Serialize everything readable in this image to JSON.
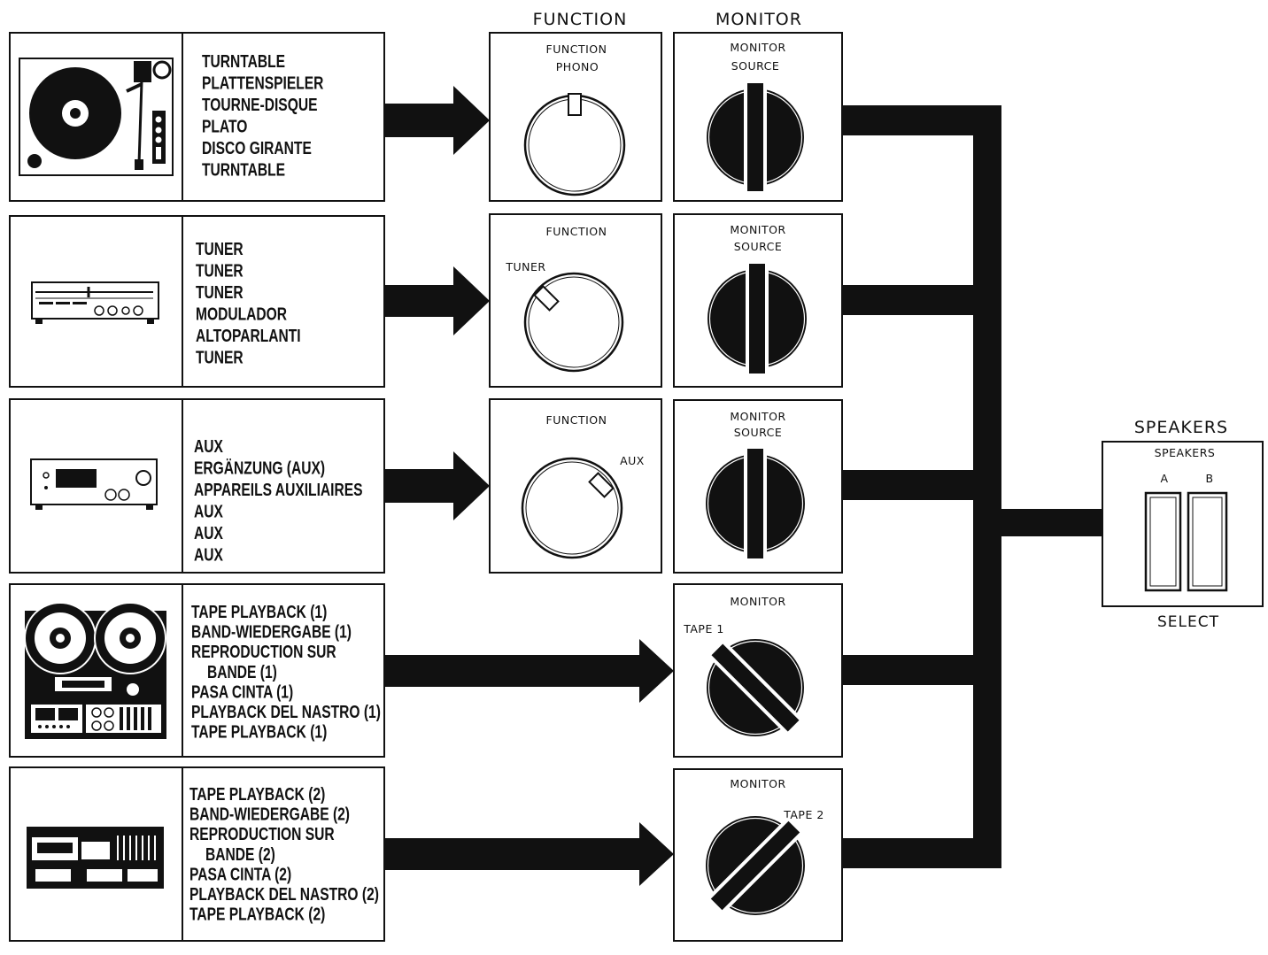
{
  "headers": {
    "function": "FUNCTION",
    "monitor": "MONITOR",
    "speakers": "SPEAKERS"
  },
  "sources": [
    {
      "device_icon": "turntable-icon",
      "labels": [
        "TURNTABLE",
        "PLATTENSPIELER",
        "TOURNE-DISQUE",
        "PLATO",
        "DISCO GIRANTE",
        "TURNTABLE"
      ]
    },
    {
      "device_icon": "tuner-icon",
      "labels": [
        "TUNER",
        "TUNER",
        "TUNER",
        "MODULADOR",
        "ALTOPARLANTI",
        "TUNER"
      ]
    },
    {
      "device_icon": "aux-amplifier-icon",
      "labels": [
        "AUX",
        "ERGÄNZUNG (AUX)",
        "APPAREILS AUXILIAIRES",
        "AUX",
        "AUX",
        "AUX"
      ]
    },
    {
      "device_icon": "reel-to-reel-tape-deck-icon",
      "labels": [
        "TAPE PLAYBACK (1)",
        "BAND-WIEDERGABE (1)",
        "REPRODUCTION SUR",
        "BANDE (1)",
        "PASA CINTA (1)",
        "PLAYBACK DEL NASTRO (1)",
        "TAPE PLAYBACK (1)"
      ]
    },
    {
      "device_icon": "cassette-deck-icon",
      "labels": [
        "TAPE PLAYBACK (2)",
        "BAND-WIEDERGABE (2)",
        "REPRODUCTION SUR",
        "BANDE (2)",
        "PASA CINTA (2)",
        "PLAYBACK DEL NASTRO (2)",
        "TAPE PLAYBACK (2)"
      ]
    }
  ],
  "function_panels": [
    {
      "title": "FUNCTION",
      "position_label": "PHONO"
    },
    {
      "title": "FUNCTION",
      "position_label": "TUNER"
    },
    {
      "title": "FUNCTION",
      "position_label": "AUX"
    }
  ],
  "monitor_panels": [
    {
      "title": "MONITOR",
      "position_label": "SOURCE"
    },
    {
      "title": "MONITOR",
      "position_label": "SOURCE"
    },
    {
      "title": "MONITOR",
      "position_label": "SOURCE"
    },
    {
      "title": "MONITOR",
      "position_label": "TAPE 1"
    },
    {
      "title": "MONITOR",
      "position_label": "TAPE 2"
    }
  ],
  "speaker_panel": {
    "title": "SPEAKERS",
    "switch_a": "A",
    "switch_b": "B",
    "footer": "SELECT"
  }
}
